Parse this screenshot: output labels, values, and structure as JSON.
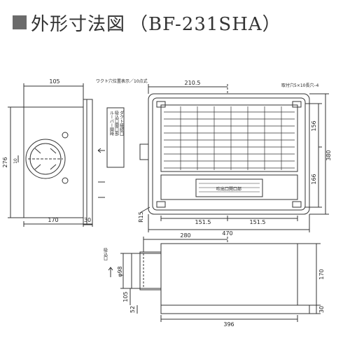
{
  "title": "外形寸法図",
  "model": "（BF-231SHA）",
  "side_view": {
    "dims": {
      "top_width": "105",
      "height": "276",
      "inner_height": "10",
      "bottom_width": "170",
      "depth": "30"
    },
    "label_lines": [
      "ルーバー開時",
      "吸込口開口部",
      "ダクト接続口"
    ]
  },
  "front_view": {
    "notes": {
      "top_left": "ワクト穴位置表示／10点式",
      "top_right": "取付穴5×10長穴–4"
    },
    "dims": {
      "top_offset": "210.5",
      "right_upper": "156",
      "right_total": "380",
      "right_lower": "166",
      "bottom_left": "151.5",
      "bottom_right": "151.5",
      "bottom_total": "470",
      "corner_radius": "R15"
    },
    "panel_label": "吹出口開口部"
  },
  "bottom_view": {
    "dims": {
      "top_width": "280",
      "duct_dia": "φ98",
      "height": "170",
      "lower_offset": "105",
      "bottom_offset": "52",
      "total_width": "396",
      "depth": "30"
    },
    "airflow_label": "吸込口"
  }
}
